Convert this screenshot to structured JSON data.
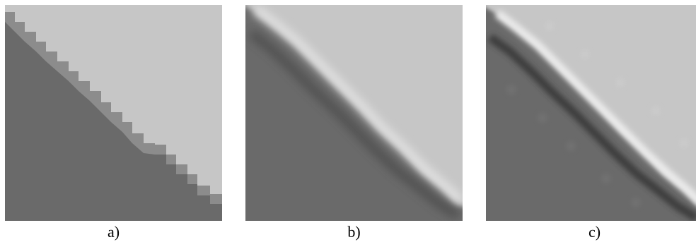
{
  "panels": [
    {
      "id": "a",
      "caption": "a)"
    },
    {
      "id": "b",
      "caption": "b)"
    },
    {
      "id": "c",
      "caption": "c)"
    }
  ],
  "colors": {
    "dark_region": "#6a6a6a",
    "light_region": "#c6c6c6",
    "halo_light": "#e2e2e2",
    "halo_dark": "#3e3e3e",
    "blur_band": "#989898"
  }
}
